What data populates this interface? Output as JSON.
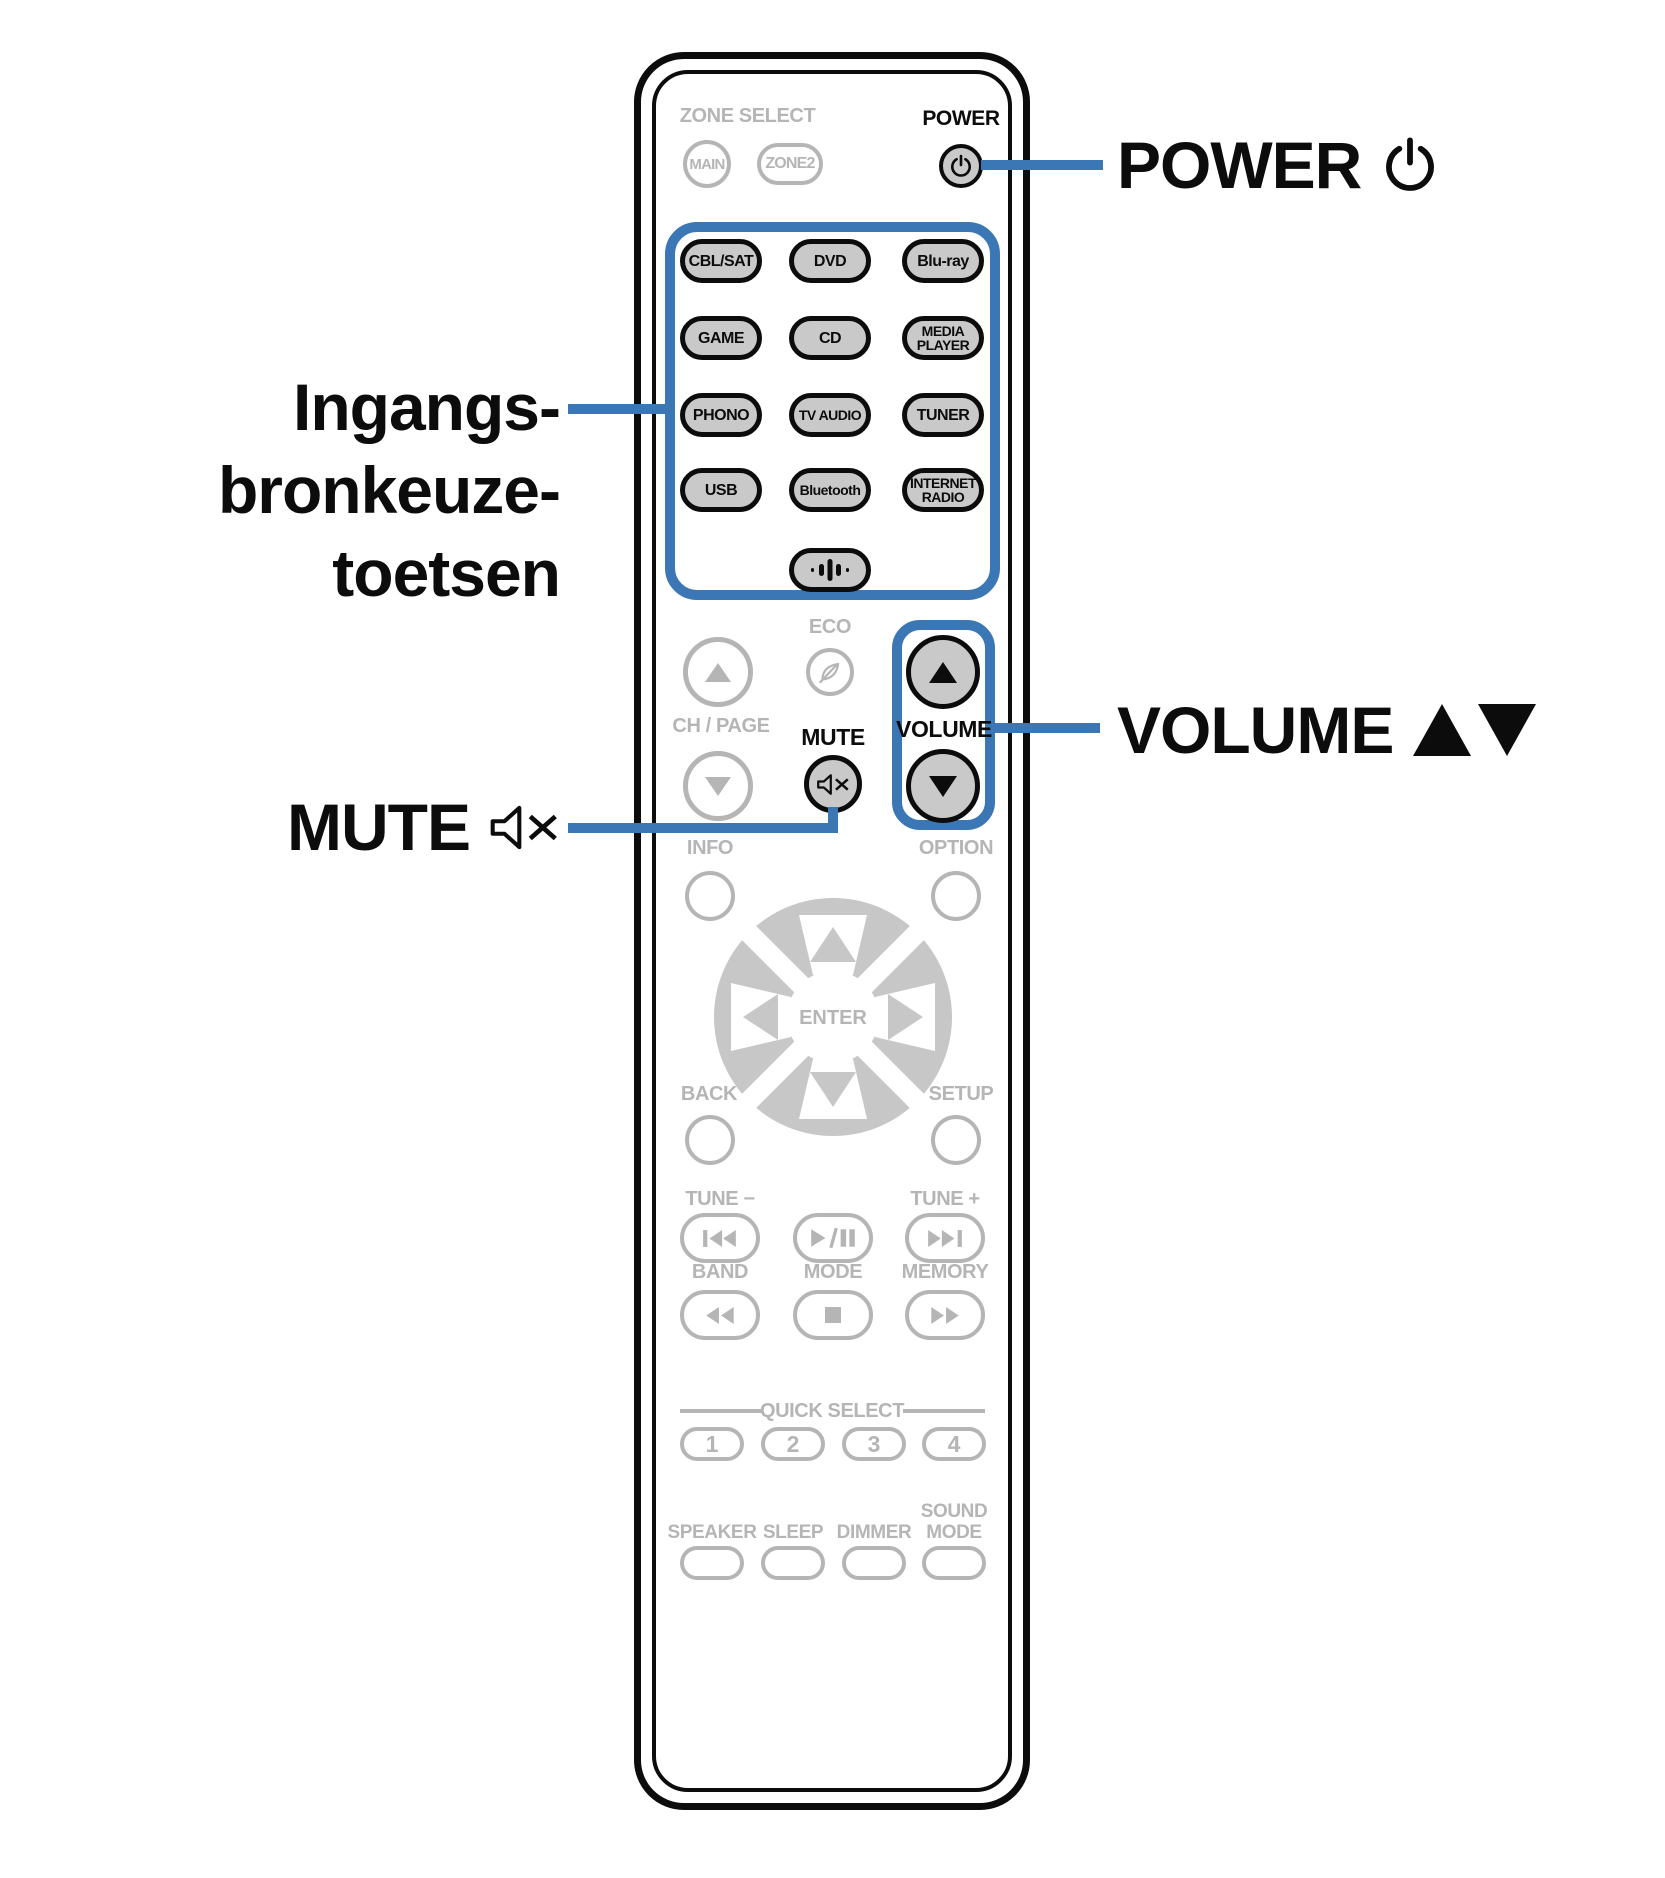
{
  "colors": {
    "accent_blue": "#3B76B5",
    "button_fill_gray": "#C9C9C9",
    "inactive_gray": "#B5B5B5",
    "outline_black": "#0C0C0C"
  },
  "annotations": {
    "power_label": "POWER",
    "input_source": {
      "lines": [
        "Ingangs-",
        "bronkeuze-",
        "toetsen"
      ]
    },
    "volume_label": "VOLUME",
    "mute_label": "MUTE"
  },
  "remote": {
    "zone_select_title": "ZONE SELECT",
    "zone_main_label": "MAIN",
    "zone2_label": "ZONE2",
    "power_label": "POWER",
    "sources": [
      "CBL/SAT",
      "DVD",
      "Blu-ray",
      "GAME",
      "CD",
      "MEDIA\nPLAYER",
      "PHONO",
      "TV AUDIO",
      "TUNER",
      "USB",
      "Bluetooth",
      "INTERNET\nRADIO"
    ],
    "eco_label": "ECO",
    "ch_page_label": "CH / PAGE",
    "mute_label": "MUTE",
    "volume_label": "VOLUME",
    "info_label": "INFO",
    "option_label": "OPTION",
    "enter_label": "ENTER",
    "back_label": "BACK",
    "setup_label": "SETUP",
    "tune_minus_label": "TUNE −",
    "tune_plus_label": "TUNE +",
    "band_label": "BAND",
    "mode_label": "MODE",
    "memory_label": "MEMORY",
    "quick_select_title": "QUICK SELECT",
    "quick_select_buttons": [
      "1",
      "2",
      "3",
      "4"
    ],
    "bottom_labels": [
      "SPEAKER",
      "SLEEP",
      "DIMMER",
      "SOUND\nMODE"
    ]
  }
}
